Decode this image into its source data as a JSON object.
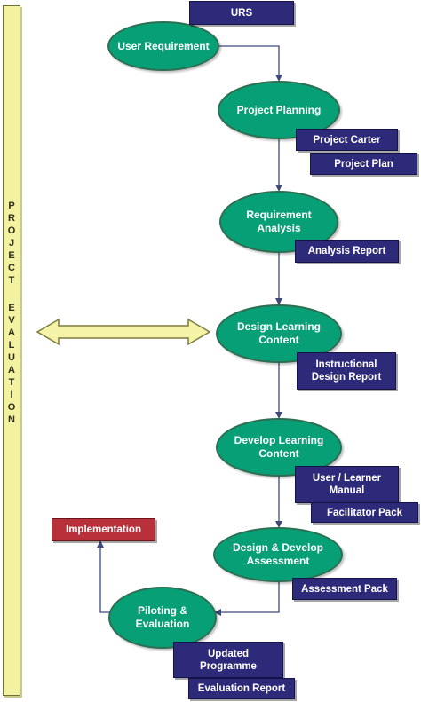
{
  "evaluation_bar": {
    "letters": [
      "P",
      "R",
      "O",
      "J",
      "E",
      "C",
      "T",
      "",
      "E",
      "V",
      "A",
      "L",
      "U",
      "A",
      "T",
      "I",
      "O",
      "N"
    ]
  },
  "stages": [
    {
      "label": "User Requirement"
    },
    {
      "label": "Project Planning"
    },
    {
      "label": "Requirement\nAnalysis"
    },
    {
      "label": "Design Learning\nContent"
    },
    {
      "label": "Develop Learning\nContent"
    },
    {
      "label": "Design & Develop\nAssessment"
    },
    {
      "label": "Piloting &\nEvaluation"
    }
  ],
  "documents": [
    {
      "label": "URS"
    },
    {
      "label": "Project Carter"
    },
    {
      "label": "Project Plan"
    },
    {
      "label": "Analysis Report"
    },
    {
      "label": "Instructional\nDesign Report"
    },
    {
      "label": "User / Learner\nManual"
    },
    {
      "label": "Facilitator Pack"
    },
    {
      "label": "Assessment Pack"
    },
    {
      "label": "Updated\nProgramme"
    },
    {
      "label": "Evaluation Report"
    }
  ],
  "implementation": {
    "label": "Implementation"
  },
  "colors": {
    "stage_fill": "#079f76",
    "document_fill": "#2e2a7a",
    "implementation_fill": "#b8303a",
    "evaluation_bar_fill": "#f3f2a0",
    "arrow": "#3b4a7a"
  }
}
